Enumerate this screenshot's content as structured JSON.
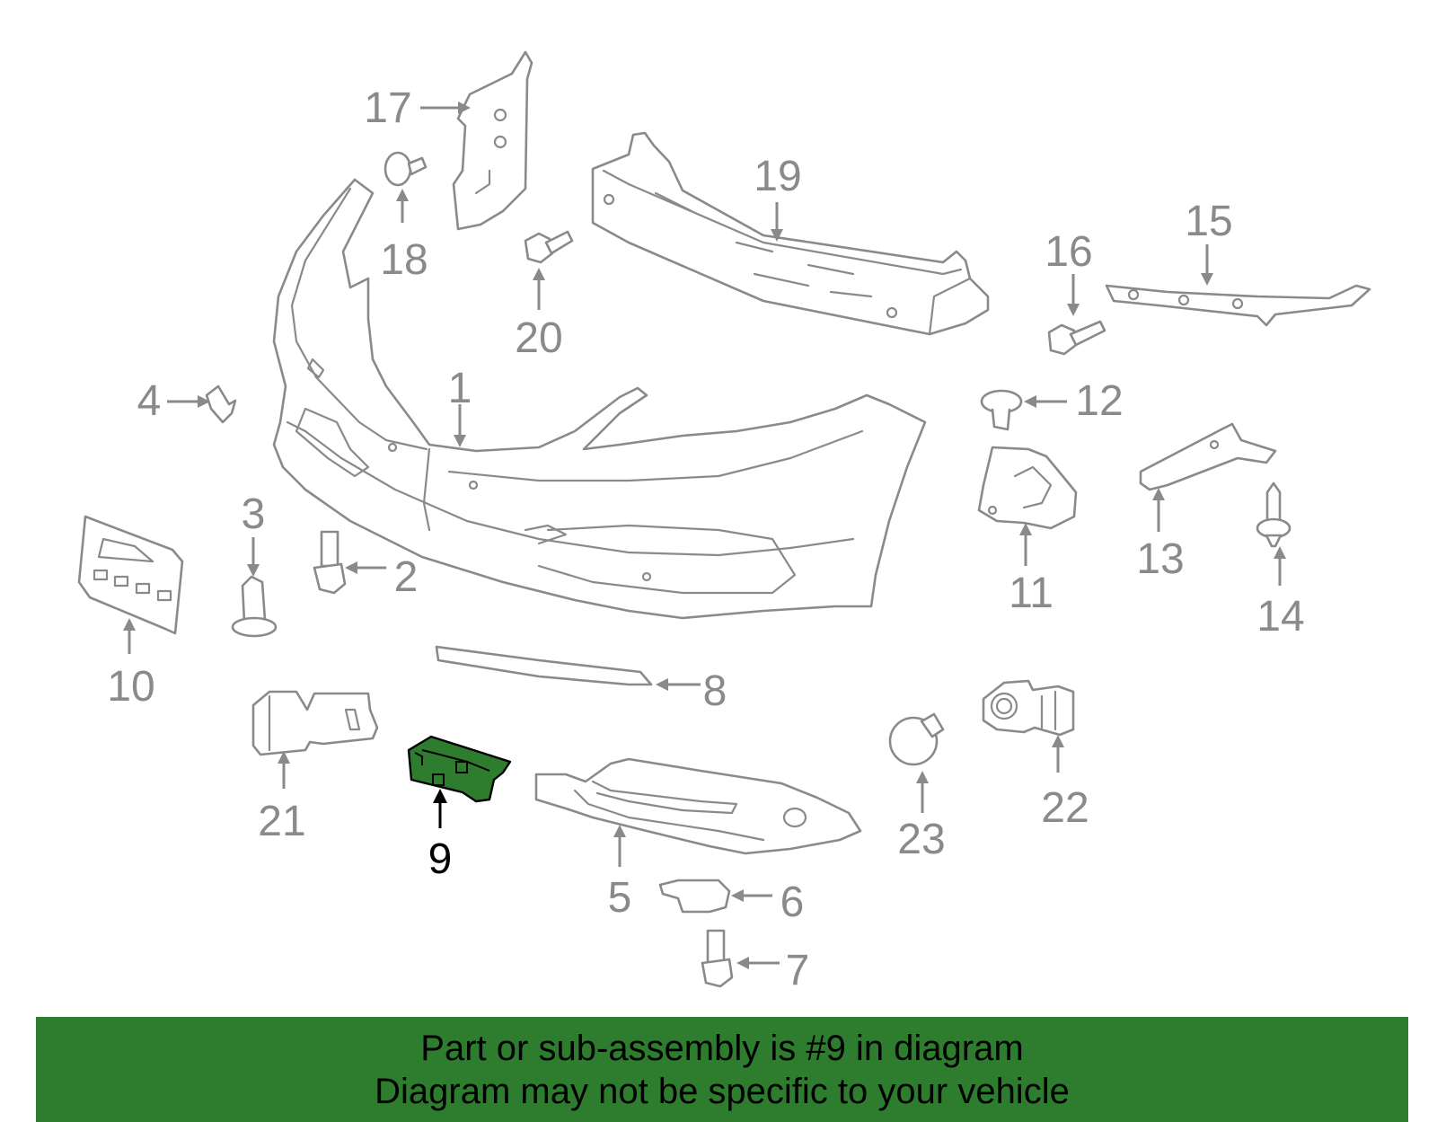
{
  "highlighted_part": "9",
  "callouts": [
    "1",
    "2",
    "3",
    "4",
    "5",
    "6",
    "7",
    "8",
    "9",
    "10",
    "11",
    "12",
    "13",
    "14",
    "15",
    "16",
    "17",
    "18",
    "19",
    "20",
    "21",
    "22",
    "23"
  ],
  "colors": {
    "highlight": "#2e7d2e",
    "line_art": "#8a8a8a",
    "footer_bg": "#2e7d2e"
  },
  "footer": {
    "line1": "Part or sub-assembly is #9 in diagram",
    "line2": "Diagram may not be specific to your vehicle"
  }
}
